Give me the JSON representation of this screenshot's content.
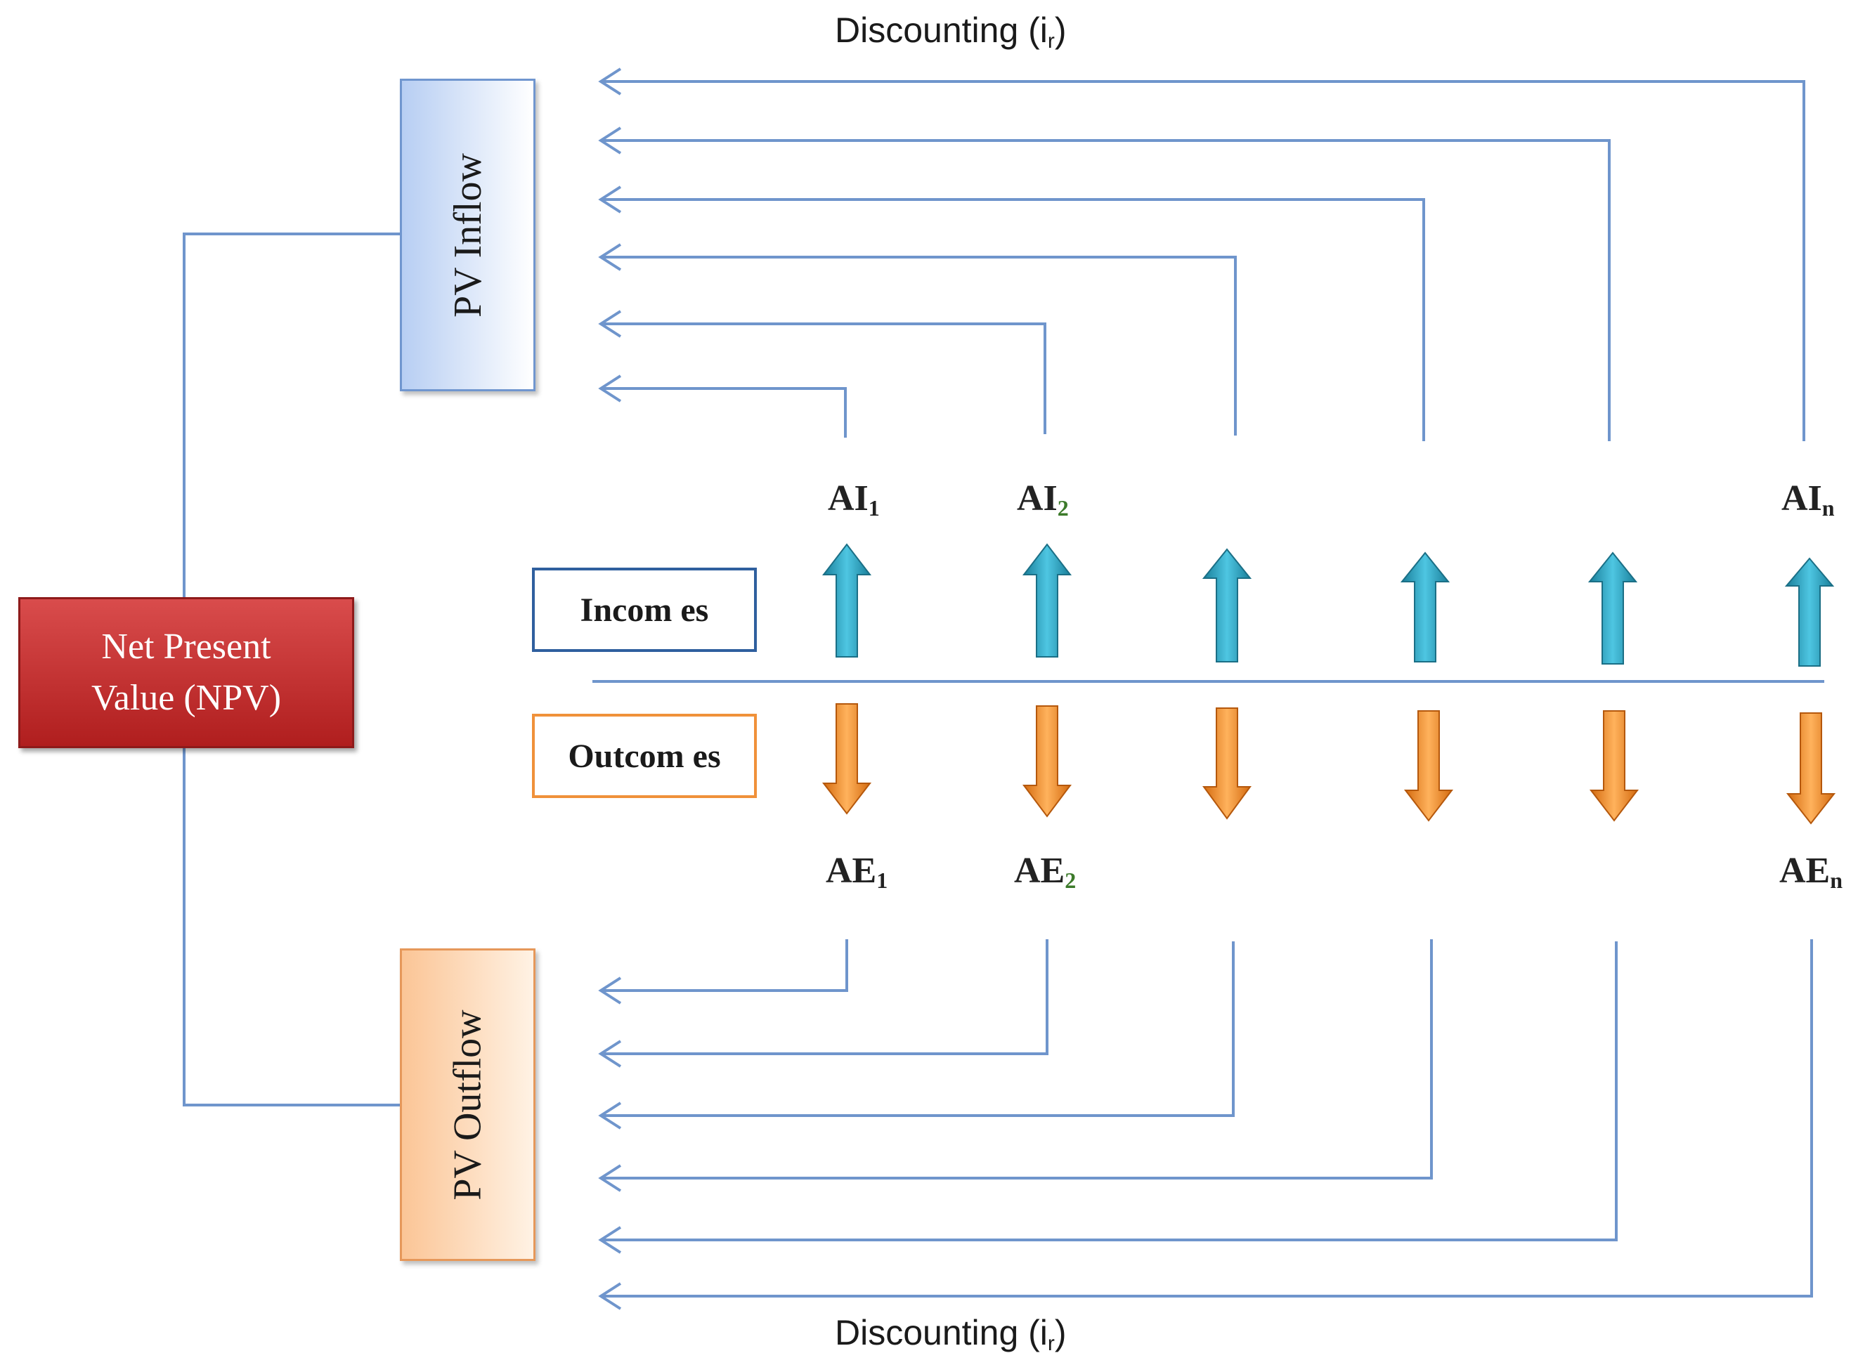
{
  "title_top": {
    "text": "Discounting (i",
    "sub": "r",
    "close": ")"
  },
  "title_bottom": {
    "text": "Discounting (i",
    "sub": "r",
    "close": ")"
  },
  "npv": {
    "line1": "Net Present",
    "line2": "Value (NPV)"
  },
  "pv_inflow": "PV Inflow",
  "pv_outflow": "PV Outflow",
  "incomes": "Incom es",
  "outcomes": "Outcom es",
  "income_labels": [
    {
      "base": "AI",
      "sub": "1"
    },
    {
      "base": "AI",
      "sub": "2"
    },
    {
      "base": "AI",
      "sub": "n"
    }
  ],
  "outcome_labels": [
    {
      "base": "AE",
      "sub": "1"
    },
    {
      "base": "AE",
      "sub": "2"
    },
    {
      "base": "AE",
      "sub": "n"
    }
  ],
  "colors": {
    "connector": "#6f95cc",
    "npv": "#c0302e",
    "inflow_border": "#7096cf",
    "outflow_border": "#e6985a",
    "up_arrow": "#2aa6c4",
    "down_arrow": "#f08a24"
  }
}
